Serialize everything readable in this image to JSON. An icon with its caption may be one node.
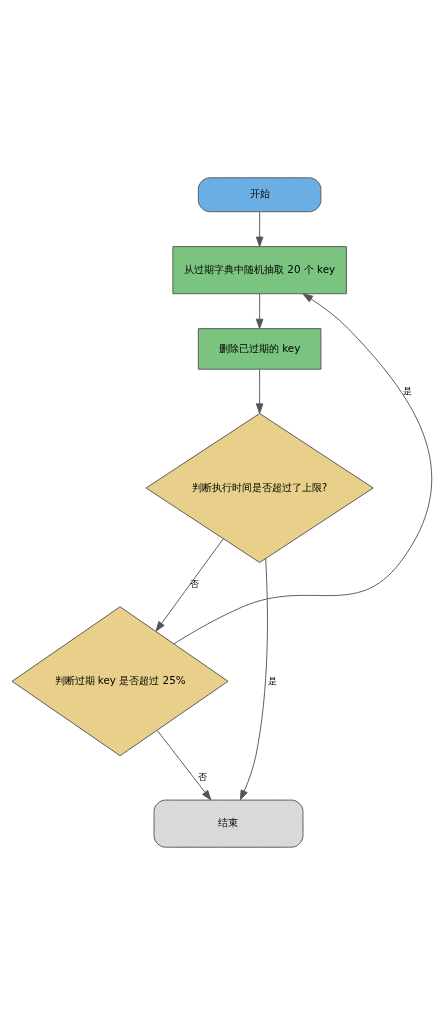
{
  "diagram": {
    "nodes": [
      {
        "text": [
          "开始"
        ]
      },
      {
        "text": [
          "从过期字典中随机抽取 20 个 key"
        ]
      },
      {
        "text": [
          "删除已过期的 key"
        ]
      },
      {
        "text": [
          "判断执行时间是否超过了上限?"
        ]
      },
      {
        "text": [
          "判断过期 key 是否超过 25%"
        ]
      },
      {
        "text": [
          "结束"
        ]
      }
    ],
    "edges": [
      {
        "from": 0,
        "to": 1,
        "arrow": "to"
      },
      {
        "from": 1,
        "to": 2,
        "arrow": "to"
      },
      {
        "from": 2,
        "to": 3,
        "arrow": "to"
      },
      {
        "from": 3,
        "to": 4,
        "label": "否",
        "arrow": "to"
      },
      {
        "from": 4,
        "to": 1,
        "label": "是",
        "arrow": "to"
      },
      {
        "from": 4,
        "to": 5,
        "label": "否",
        "arrow": "to"
      },
      {
        "from": 3,
        "to": 5,
        "label": "是",
        "arrow": "to"
      }
    ]
  }
}
